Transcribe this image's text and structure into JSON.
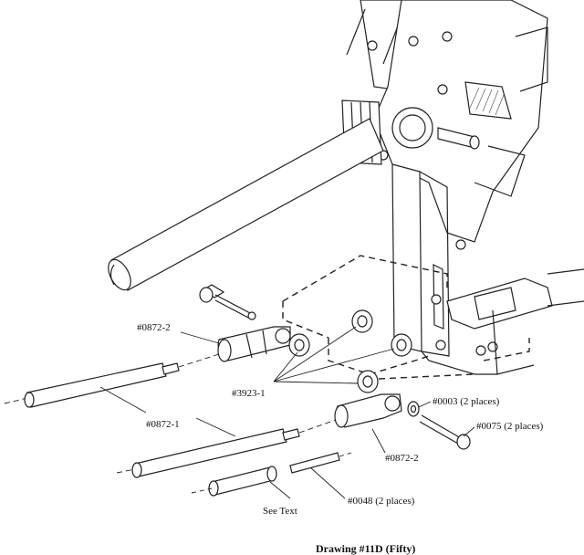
{
  "labels": {
    "rod_end_upper": "#0872-2",
    "nut": "#3923-1",
    "rod_upper": "#0872-1",
    "washer": "#0003 (2 places)",
    "bolt": "#0075 (2 places)",
    "rod_end_lower": "#0872-2",
    "stud": "#0048 (2 places)",
    "see_text": "See Text"
  },
  "caption": "Drawing #11D (Fifty)"
}
